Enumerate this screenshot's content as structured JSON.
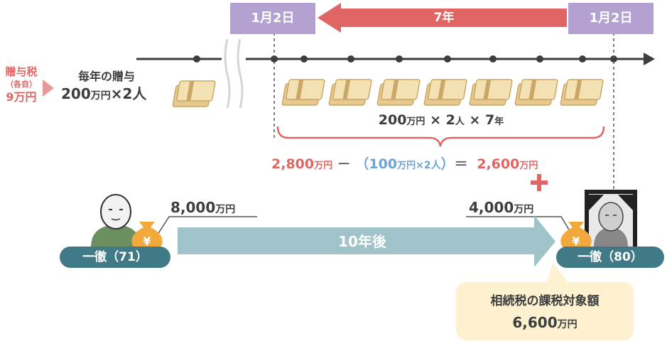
{
  "dates": {
    "left": "1月2日",
    "right": "1月2日"
  },
  "period": "7年",
  "gift_tax": {
    "line1": "贈与税",
    "line2": "（各自）",
    "line3": "9万円"
  },
  "annual_gift": {
    "line1": "毎年の贈与",
    "amount": "200",
    "unit": "万円",
    "times": "×2人"
  },
  "brace_label": {
    "a": "200",
    "a_unit": "万円",
    "b": "× 2",
    "b_unit": "人",
    "c": "× 7",
    "c_unit": "年"
  },
  "equation": {
    "v1": "2,800",
    "u1": "万円",
    "minus": "－",
    "open": "（",
    "v2": "100",
    "u2": "万円",
    "mult": "×2人",
    "close": "）",
    "eq": "＝",
    "v3": "2,600",
    "u3": "万円"
  },
  "plus_sign": "＋",
  "left_person": {
    "name": "一徹（71）",
    "assets": "8,000",
    "unit": "万円"
  },
  "right_person": {
    "name": "一徹（80）",
    "assets": "4,000",
    "unit": "万円"
  },
  "arrow_label": "10年後",
  "result": {
    "title": "相続税の課税対象額",
    "value": "6,600",
    "unit": "万円"
  },
  "colors": {
    "purple": "#b3a2d1",
    "red": "#e06666",
    "blue": "#6aa4d8",
    "teal": "#3f7a86",
    "arrow": "#9fc3c9",
    "yellow": "#fdf1cf"
  }
}
